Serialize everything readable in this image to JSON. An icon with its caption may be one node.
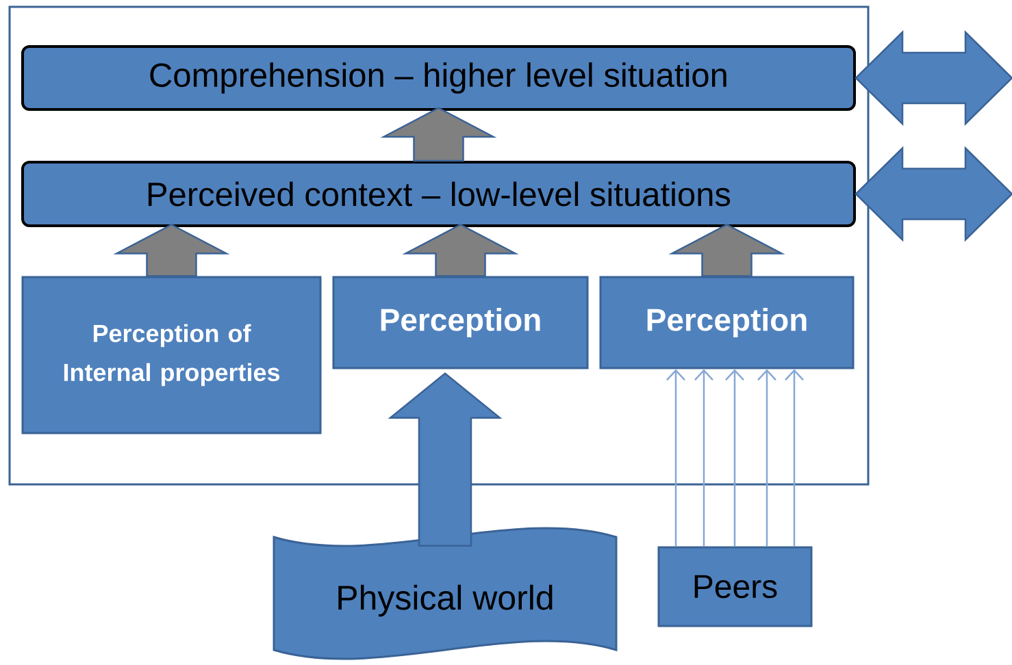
{
  "diagram": {
    "nodes": [
      {
        "text": [],
        "shape": "box"
      },
      {
        "text": [
          "Comprehension – higher level situation"
        ],
        "in": 0
      },
      {
        "text": [
          "Perceived context – low-level situations"
        ],
        "in": 0
      },
      {
        "text": [
          "Perception of Internal properties"
        ],
        "in": 0
      },
      {
        "text": [
          "Perception"
        ],
        "in": 0
      },
      {
        "text": [
          "Perception"
        ],
        "in": 0
      },
      {
        "text": [
          "Physical world"
        ]
      },
      {
        "text": [
          "Peers"
        ]
      }
    ],
    "edges": [
      {
        "from": 2,
        "to": 1,
        "arrow": "to",
        "style": "thick",
        "color": "#808080"
      },
      {
        "from": 3,
        "to": 2,
        "arrow": "to",
        "style": "thick",
        "color": "#808080"
      },
      {
        "from": 4,
        "to": 2,
        "arrow": "to",
        "style": "thick",
        "color": "#808080"
      },
      {
        "from": 5,
        "to": 2,
        "arrow": "to",
        "style": "thick",
        "color": "#808080"
      },
      {
        "from": 6,
        "to": 4,
        "arrow": "to",
        "style": "thick",
        "color": "#4f81bd"
      },
      {
        "from": 7,
        "to": 5,
        "arrow": "to"
      },
      {
        "from": 7,
        "to": 5,
        "arrow": "to"
      },
      {
        "from": 7,
        "to": 5,
        "arrow": "to"
      },
      {
        "from": 7,
        "to": 5,
        "arrow": "to"
      },
      {
        "from": 7,
        "to": 5,
        "arrow": "to"
      },
      {
        "from": 1,
        "to": null,
        "arrow": "both",
        "style": "thick",
        "color": "#4f81bd"
      },
      {
        "from": 2,
        "to": null,
        "arrow": "both",
        "style": "thick",
        "color": "#4f81bd"
      }
    ]
  }
}
